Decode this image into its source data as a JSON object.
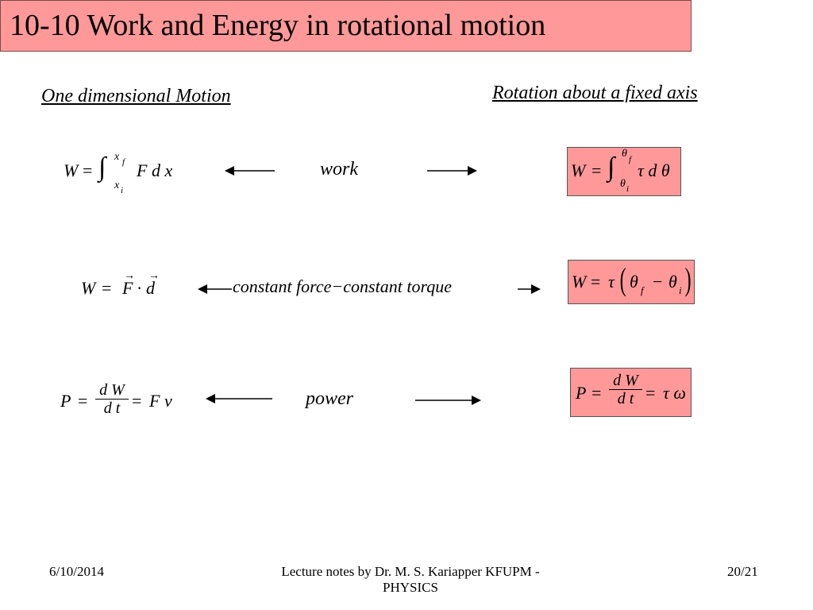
{
  "slide": {
    "title": "10-10 Work and Energy in rotational motion"
  },
  "headings": {
    "left": "One dimensional Motion",
    "right": "Rotation about a fixed axis"
  },
  "rows": [
    {
      "label": "work",
      "left_eq": {
        "lhs": "W",
        "eq": "=",
        "upper": "x",
        "upper_sub": "f",
        "lower": "x",
        "lower_sub": "i",
        "integrand": "F d x"
      },
      "right_eq": {
        "lhs": "W",
        "eq": "=",
        "upper": "θ",
        "upper_sub": "f",
        "lower": "θ",
        "lower_sub": "i",
        "integrand": "τ d θ"
      }
    },
    {
      "label": "constant force−constant torque",
      "left_eq": {
        "lhs": "W",
        "eq": "=",
        "F": "F",
        "dot": "·",
        "d": "d"
      },
      "right_eq": {
        "lhs": "W",
        "eq": "=",
        "tau": "τ",
        "theta": "θ",
        "sub_f": "f",
        "minus": "−",
        "theta2": "θ",
        "sub_i": "i"
      }
    },
    {
      "label": "power",
      "left_eq": {
        "lhs": "P",
        "eq": "=",
        "num": "d W",
        "den": "d t",
        "eq2": "=",
        "rhs": "F v"
      },
      "right_eq": {
        "lhs": "P",
        "eq": "=",
        "num": "d W",
        "den": "d t",
        "eq2": "=",
        "rhs": "τ ω"
      }
    }
  ],
  "footer": {
    "date": "6/10/2014",
    "center": "Lecture notes by Dr. M. S. Kariapper  KFUPM - PHYSICS",
    "page": "20/21"
  },
  "colors": {
    "highlight": "#ff9999"
  }
}
